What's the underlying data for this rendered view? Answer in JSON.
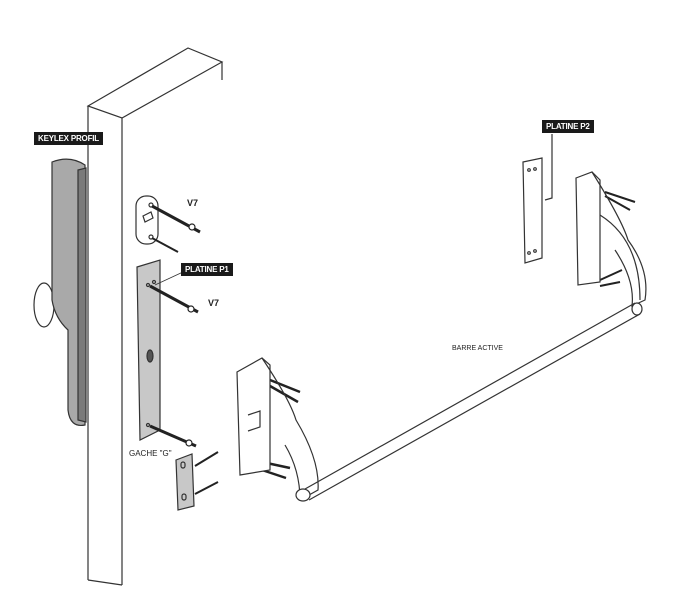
{
  "labels": {
    "keylex": "KEYLEX PROFIL",
    "platine_p1": "PLATINE P1",
    "platine_p2": "PLATINE P2",
    "v7_top": "V7",
    "v7_mid": "V7",
    "gache": "GACHE \"G\"",
    "barre": "BARRE ACTIVE"
  },
  "colors": {
    "part_fill": "#c8c8c8",
    "handle_fill": "#a9a9a9",
    "line": "#222222"
  }
}
